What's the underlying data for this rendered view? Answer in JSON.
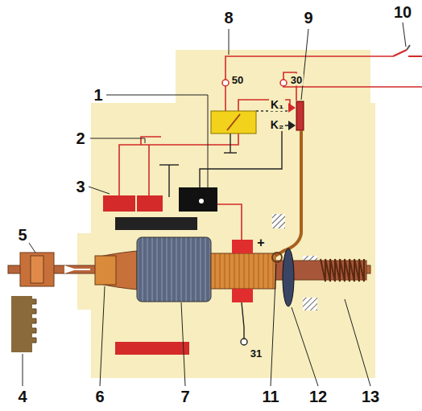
{
  "diagram": {
    "labels": [
      "1",
      "2",
      "3",
      "4",
      "5",
      "6",
      "7",
      "8",
      "9",
      "10",
      "11",
      "12",
      "13",
      "50",
      "30",
      "K₁",
      "K₂",
      "+",
      "31"
    ]
  }
}
